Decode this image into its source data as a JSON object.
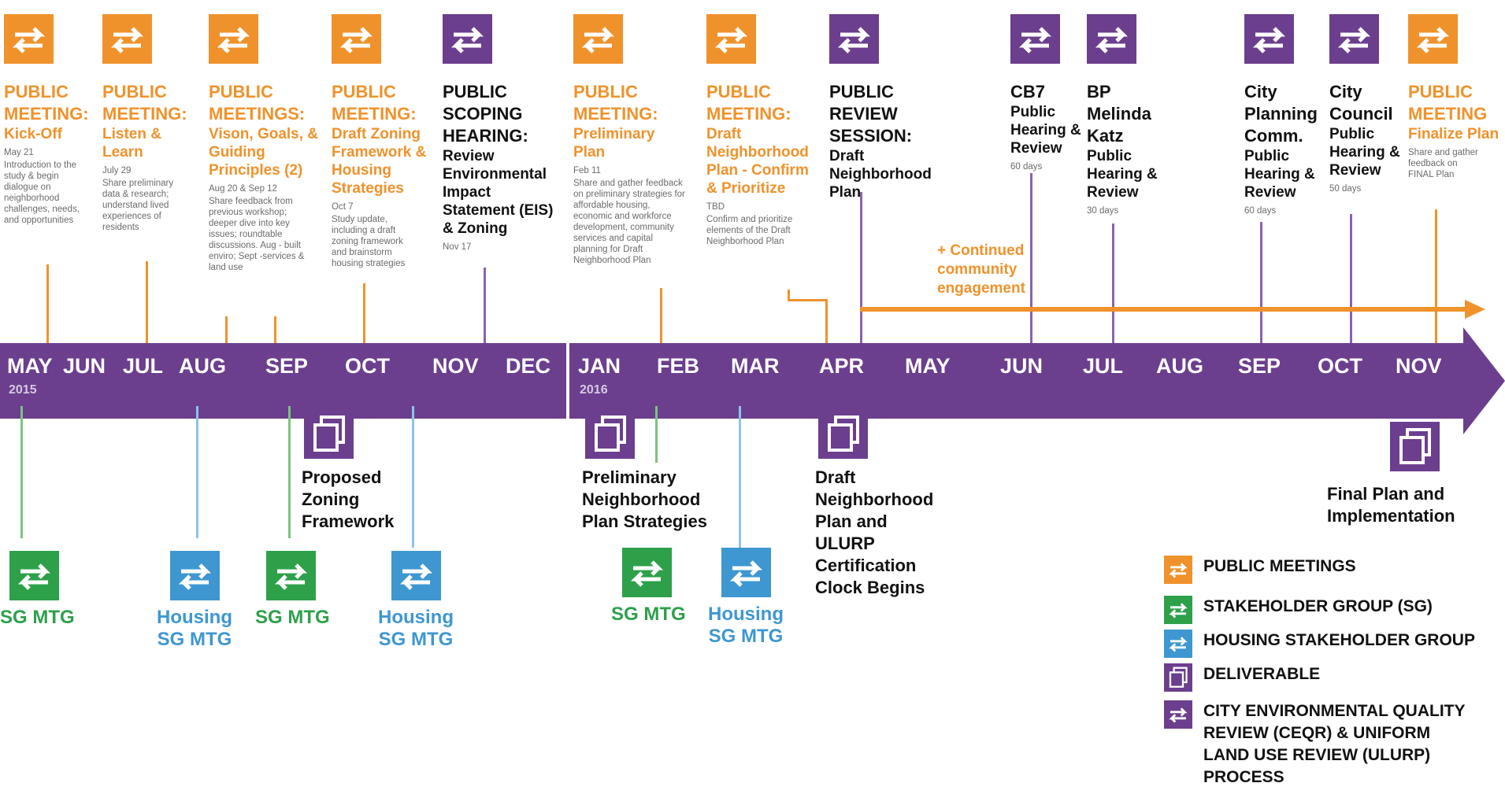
{
  "events": [
    {
      "title": "PUBLIC MEETING:",
      "sub": "Kick-Off",
      "date": "May 21",
      "desc": "Introduction to the study & begin dialogue on neighborhood challenges, needs, and opportunities"
    },
    {
      "title": "PUBLIC MEETING:",
      "sub": "Listen & Learn",
      "date": "July 29",
      "desc": "Share preliminary data & research; understand lived experiences of residents"
    },
    {
      "title": "PUBLIC MEETINGS:",
      "sub": "Vison, Goals, & Guiding Principles (2)",
      "date": "Aug 20 & Sep 12",
      "desc": "Share feedback from previous workshop; deeper dive into key issues; roundtable discussions. Aug - built enviro; Sept -services & land use"
    },
    {
      "title": "PUBLIC MEETING:",
      "sub": "Draft Zoning Framework & Housing Strategies",
      "date": "Oct 7",
      "desc": "Study update, including a draft zoning framework and brainstorm housing strategies"
    },
    {
      "title": "PUBLIC SCOPING HEARING:",
      "sub": "Review Environmental Impact Statement (EIS) & Zoning",
      "date": "Nov 17",
      "desc": ""
    },
    {
      "title": "PUBLIC MEETING:",
      "sub": "Preliminary Plan",
      "date": "Feb 11",
      "desc": "Share and gather feedback on preliminary strategies for affordable housing, economic and workforce development, community services and capital planning for Draft Neighborhood Plan"
    },
    {
      "title": "PUBLIC MEETING:",
      "sub": "Draft Neighborhood Plan - Confirm & Prioritize",
      "date": "TBD",
      "desc": "Confirm and prioritize elements of the Draft Neighborhood Plan"
    },
    {
      "title": "PUBLIC REVIEW SESSION:",
      "sub": "Draft Neighborhood Plan",
      "date": "",
      "desc": ""
    },
    {
      "title": "CB7",
      "sub": "Public Hearing & Review",
      "date": "60 days",
      "desc": ""
    },
    {
      "title": "BP Melinda Katz",
      "sub": "Public Hearing & Review",
      "date": "30 days",
      "desc": ""
    },
    {
      "title": "City Planning Comm.",
      "sub": "Public Hearing & Review",
      "date": "60 days",
      "desc": ""
    },
    {
      "title": "City Council",
      "sub": "Public Hearing & Review",
      "date": "50 days",
      "desc": ""
    },
    {
      "title": "PUBLIC MEETING",
      "sub": "Finalize Plan",
      "date": "",
      "desc": "Share and gather feedback on FINAL Plan"
    }
  ],
  "continued": "+ Continued community engagement",
  "months": [
    "MAY",
    "JUN",
    "JUL",
    "AUG",
    "SEP",
    "OCT",
    "NOV",
    "DEC",
    "JAN",
    "FEB",
    "MAR",
    "APR",
    "MAY",
    "JUN",
    "JUL",
    "AUG",
    "SEP",
    "OCT",
    "NOV"
  ],
  "years": [
    "2015",
    "2016"
  ],
  "meetings_below": [
    {
      "label": "SG MTG"
    },
    {
      "label": "Housing SG MTG"
    },
    {
      "label": "SG MTG"
    },
    {
      "label": "Housing SG MTG"
    },
    {
      "label": "SG MTG"
    },
    {
      "label": "Housing SG MTG"
    }
  ],
  "deliverables": [
    {
      "label": "Proposed Zoning Framework"
    },
    {
      "label": "Preliminary Neighborhood Plan Strategies"
    },
    {
      "label": "Draft Neighborhood Plan and ULURP Certification Clock Begins"
    },
    {
      "label": "Final Plan and Implementation"
    }
  ],
  "legend": [
    {
      "label": "PUBLIC MEETINGS",
      "color": "#f0922b"
    },
    {
      "label": "STAKEHOLDER GROUP (SG)",
      "color": "#2ea04a"
    },
    {
      "label": "HOUSING STAKEHOLDER GROUP",
      "color": "#3e97d1"
    },
    {
      "label": "DELIVERABLE",
      "color": "#6b3e8e"
    },
    {
      "label": "CITY ENVIRONMENTAL QUALITY REVIEW (CEQR) & UNIFORM LAND USE REVIEW (ULURP) PROCESS",
      "color": "#6b3e8e"
    }
  ],
  "colors": {
    "orange": "#f0922b",
    "green": "#2ea04a",
    "blue": "#3e97d1",
    "purple": "#6b3e8e"
  }
}
